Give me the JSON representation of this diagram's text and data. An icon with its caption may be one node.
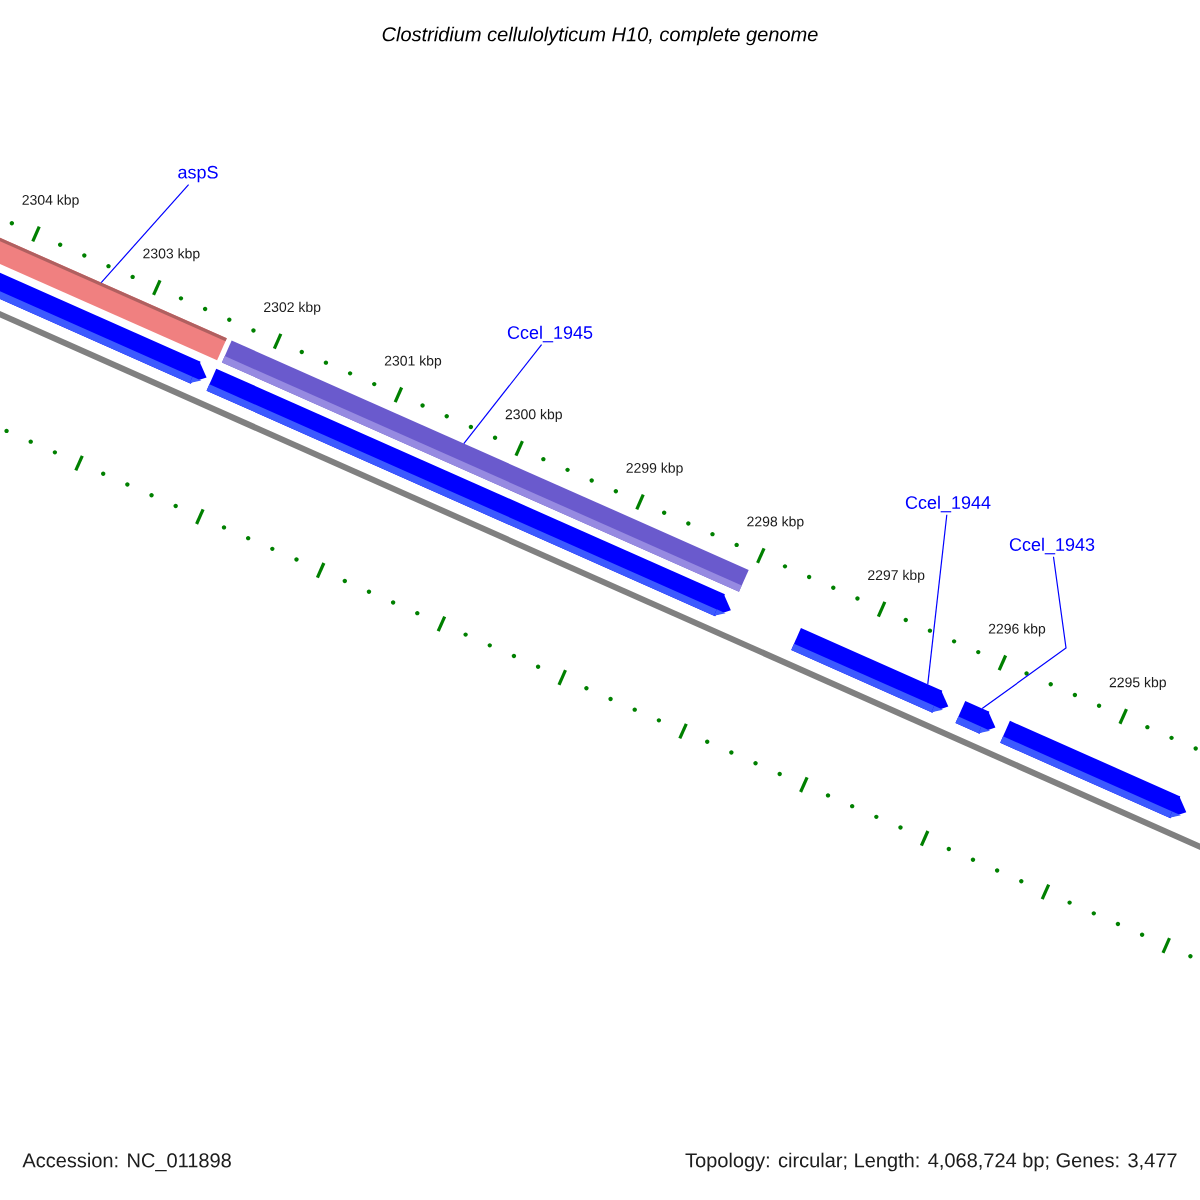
{
  "diagram": {
    "title": "Clostridium cellulolyticum H10, complete genome",
    "nodes": [
      {
        "text": [
          "aspS"
        ]
      },
      {
        "text": [
          "Ccel_1945"
        ]
      },
      {
        "text": [
          "Ccel_1944"
        ]
      },
      {
        "text": [
          "Ccel_1943"
        ]
      },
      {
        "text": [],
        "shape": "bar"
      },
      {
        "text": [],
        "shape": "bar"
      },
      {
        "text": [],
        "shape": "bar"
      },
      {
        "text": [],
        "shape": "bar"
      },
      {
        "text": [],
        "shape": "bar"
      },
      {
        "text": [],
        "shape": "bar"
      },
      {
        "text": [],
        "shape": "bar"
      }
    ],
    "edges": [
      {
        "from": 0,
        "to": 4,
        "arrow": "none"
      },
      {
        "from": 1,
        "to": 5,
        "arrow": "none"
      },
      {
        "from": 2,
        "to": 8,
        "arrow": "none"
      },
      {
        "from": 3,
        "to": 9,
        "arrow": "none"
      }
    ],
    "labels": [
      "2304 kbp",
      "2303 kbp",
      "2302 kbp",
      "2301 kbp",
      "2300 kbp",
      "2299 kbp",
      "2298 kbp",
      "2297 kbp",
      "2296 kbp",
      "2295 kbp",
      "Accession: NC_011898",
      "Topology: circular; Length: 4,068,724 bp; Genes: 3,477"
    ]
  }
}
